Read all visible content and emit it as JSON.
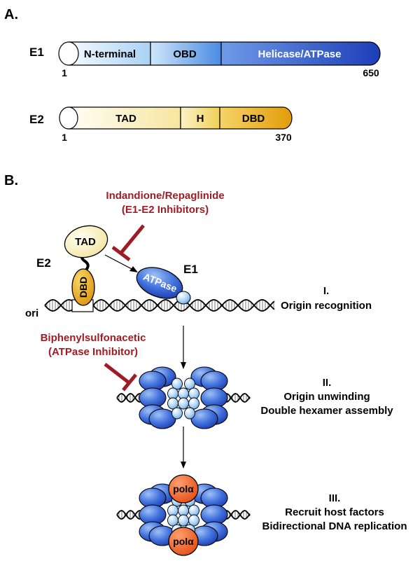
{
  "panel_a": {
    "label": "A.",
    "e1": {
      "name": "E1",
      "domains": [
        "N-terminal",
        "OBD",
        "Helicase/ATPase"
      ],
      "start": "1",
      "end": "650"
    },
    "e2": {
      "name": "E2",
      "domains": [
        "TAD",
        "H",
        "DBD"
      ],
      "start": "1",
      "end": "370"
    }
  },
  "panel_b": {
    "label": "B.",
    "inhibitor1": {
      "line1": "Indandione/Repaglinide",
      "line2": "(E1-E2 Inhibitors)"
    },
    "inhibitor2": {
      "line1": "Biphenylsulfonacetic",
      "line2": "(ATPase Inhibitor)"
    },
    "e2_label": "E2",
    "e1_label": "E1",
    "tad": "TAD",
    "dbd": "DBD",
    "atpase": "ATPase",
    "ori": "ori",
    "pol": "polα",
    "steps": [
      {
        "num": "I.",
        "lines": [
          "Origin recognition"
        ]
      },
      {
        "num": "II.",
        "lines": [
          "Origin unwinding",
          "Double hexamer assembly"
        ]
      },
      {
        "num": "III.",
        "lines": [
          "Recruit host factors",
          "Bidirectional DNA replication"
        ]
      }
    ]
  },
  "colors": {
    "inhibitor_red": "#a01c24",
    "e1_blue": "#1f49c7",
    "light_blue": "#a9d2f5",
    "e2_yellow": "#f7e9a8",
    "e2_orange": "#e8a30d",
    "pol_orange": "#f05a18"
  }
}
